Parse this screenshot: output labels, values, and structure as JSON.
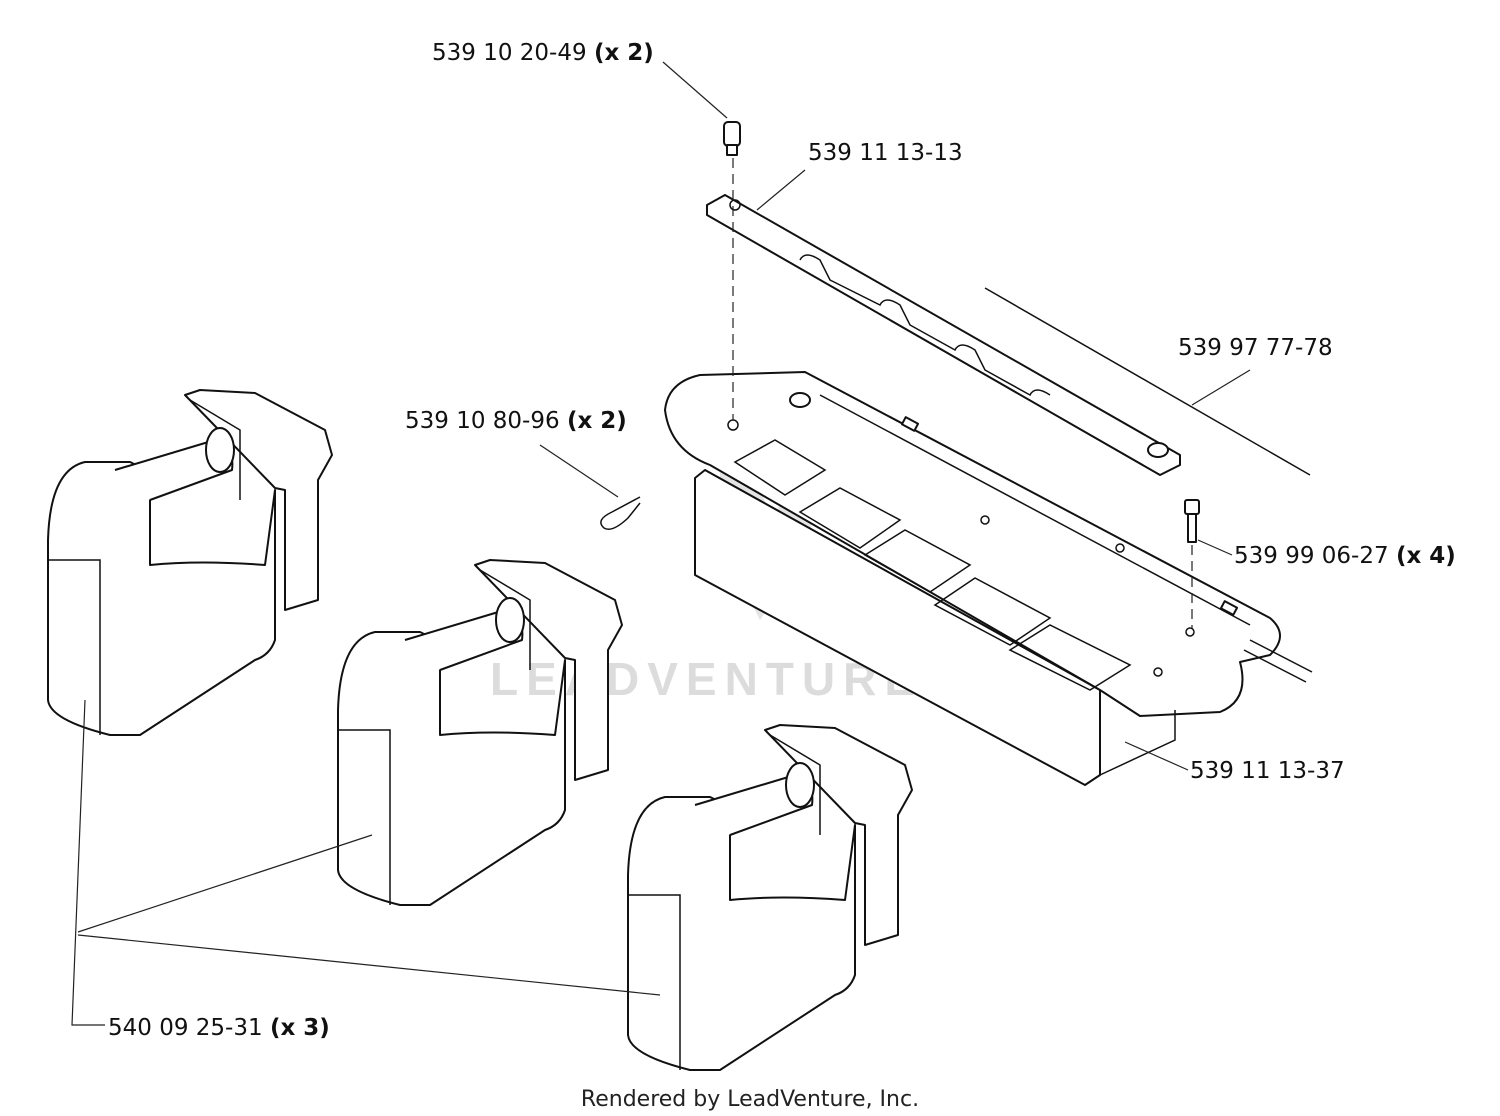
{
  "callouts": [
    {
      "part": "539 10 20-49",
      "qty": "(x 2)"
    },
    {
      "part": "539 11 13-13",
      "qty": ""
    },
    {
      "part": "539 97 77-78",
      "qty": ""
    },
    {
      "part": "539 10 80-96",
      "qty": "(x 2)"
    },
    {
      "part": "539 99 06-27",
      "qty": "(x 4)"
    },
    {
      "part": "539 11 13-37",
      "qty": ""
    },
    {
      "part": "540 09 25-31",
      "qty": "(x 3)"
    }
  ],
  "watermark": "LEADVENTURE",
  "footer": "Rendered by LeadVenture, Inc."
}
